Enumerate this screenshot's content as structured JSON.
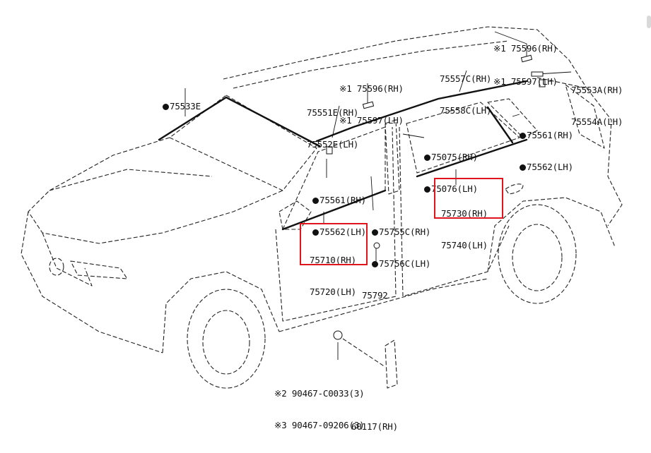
{
  "highlight_color": "#e0141b",
  "callouts": {
    "c75596_top": [
      "※1 75596(RH)",
      "※1 75597(LH)"
    ],
    "c75557": [
      "75557C(RH)",
      "75558C(LH)"
    ],
    "c75553": [
      "75553A(RH)",
      "75554A(LH)"
    ],
    "c75596_mid": [
      "※1 75596(RH)",
      "※1 75597(LH)"
    ],
    "c75533": [
      "75533E"
    ],
    "c75551": [
      "75551E(RH)",
      "75552E(LH)"
    ],
    "c75561_rear": [
      "75561(RH)",
      "75562(LH)"
    ],
    "c75075": [
      "75075(RH)",
      "75076(LH)"
    ],
    "c75561_front": [
      "75561(RH)",
      "75562(LH)"
    ],
    "c75730": [
      "75730(RH)",
      "75740(LH)"
    ],
    "c75755": [
      "75755C(RH)",
      "75756C(LH)"
    ],
    "c75710": [
      "75710(RH)",
      "75720(LH)"
    ],
    "c75792": [
      "75792"
    ],
    "c90467": [
      "※2 90467-C0033(3)",
      "※3 90467-09206(3)"
    ],
    "c60117": [
      "60117(RH)"
    ]
  }
}
